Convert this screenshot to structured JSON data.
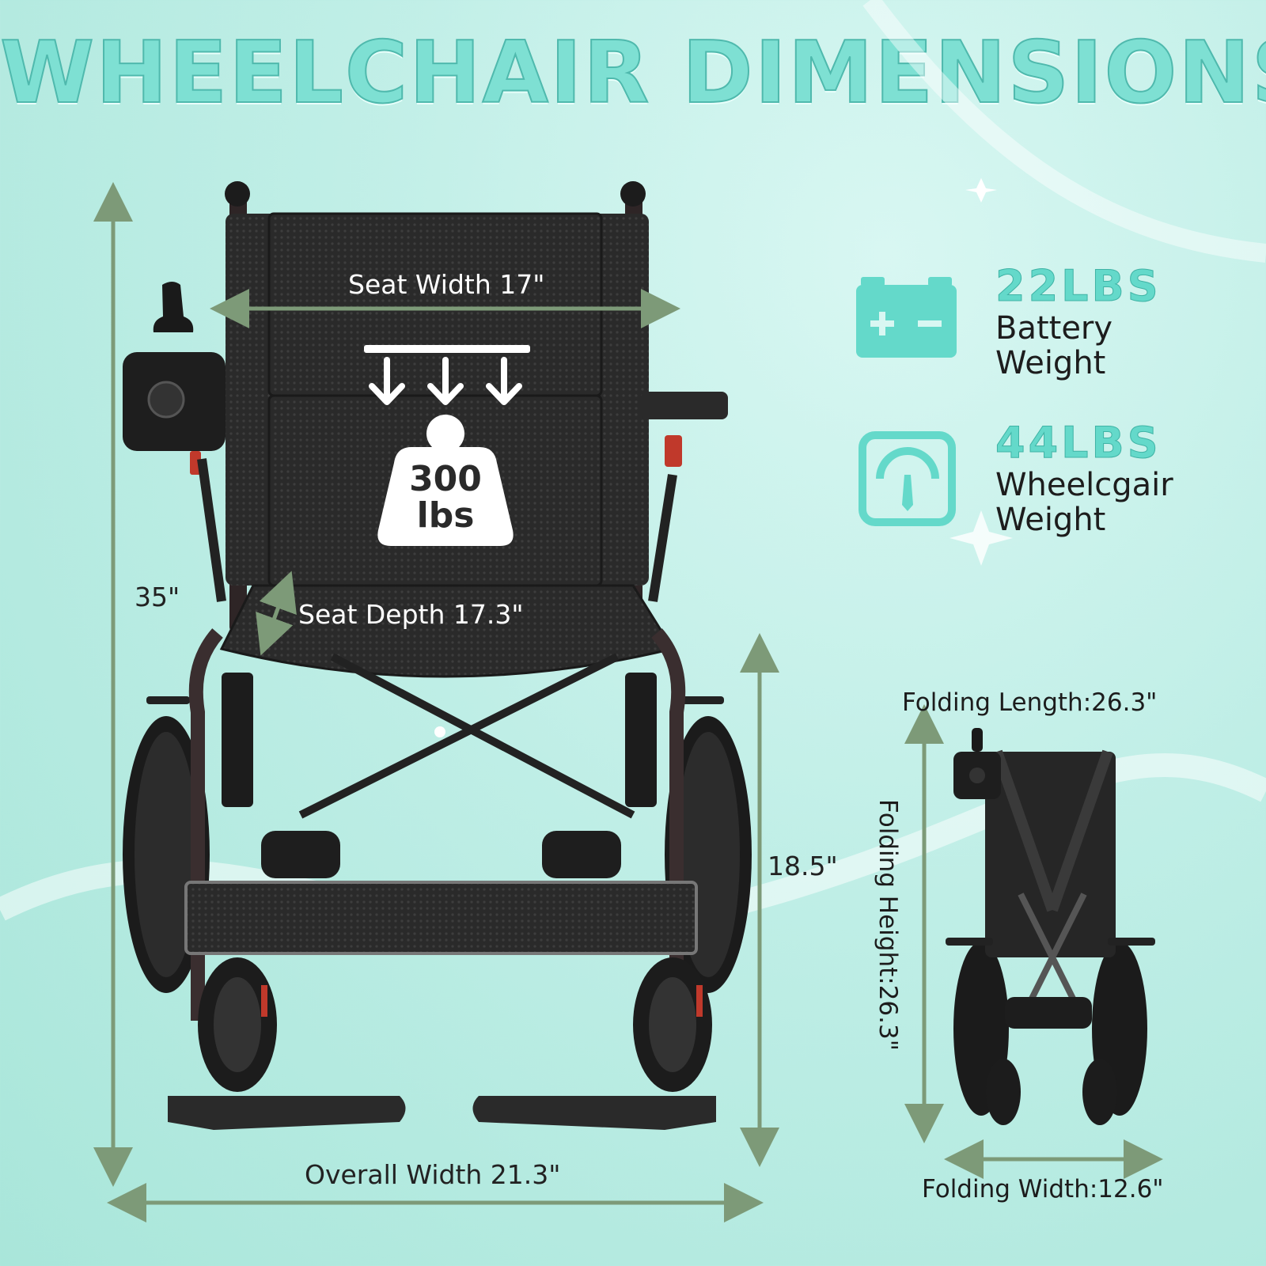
{
  "title": "WHEELCHAIR DIMENSIONS",
  "dimensions": {
    "seat_width": "Seat Width 17\"",
    "seat_depth": "Seat Depth 17.3\"",
    "height": "35\"",
    "seat_height": "18.5\"",
    "overall_width": "Overall Width 21.3\"",
    "max_load_value": "300",
    "max_load_unit": "lbs"
  },
  "folding": {
    "length": "Folding Length:26.3\"",
    "height": "Folding Height:26.3\"",
    "width": "Folding Width:12.6\""
  },
  "specs": [
    {
      "value": "22LBS",
      "line1": "Battery",
      "line2": "Weight",
      "icon": "battery-icon"
    },
    {
      "value": "44LBS",
      "line1": "Wheelcgair",
      "line2": "Weight",
      "icon": "scale-icon"
    }
  ],
  "colors": {
    "accent": "#64d9ca",
    "dimension_line": "#7d9a78",
    "chair": "#2b2b2b"
  }
}
